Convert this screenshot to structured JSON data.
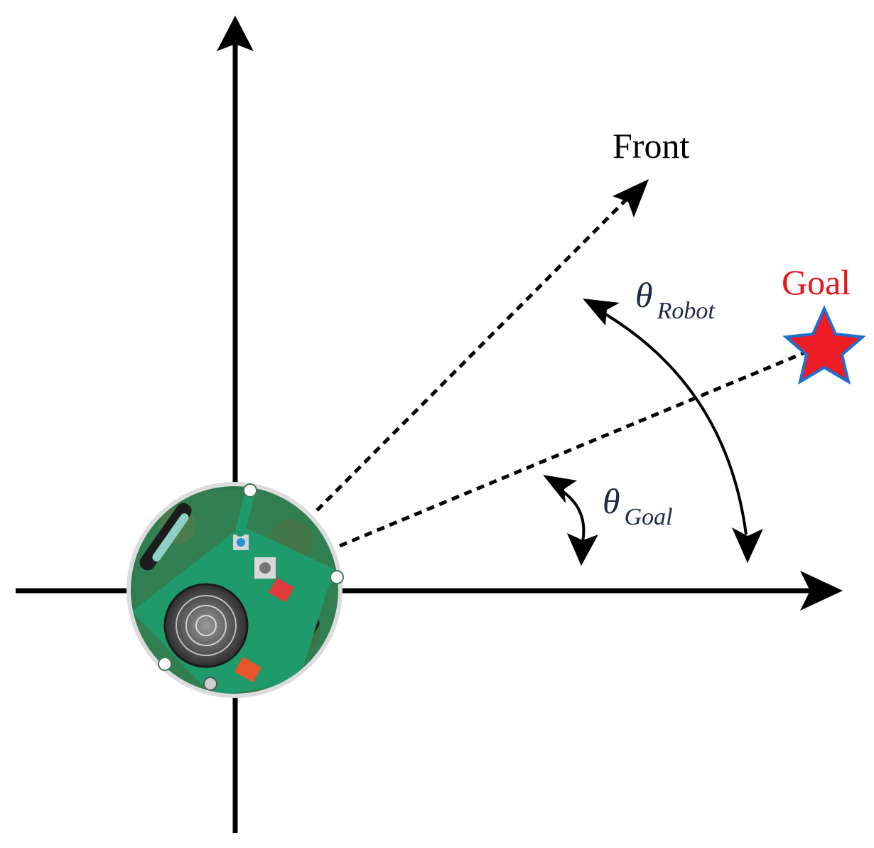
{
  "labels": {
    "front": "Front",
    "goal": "Goal",
    "theta_robot_symbol": "θ",
    "theta_robot_subscript": "Robot",
    "theta_goal_symbol": "θ",
    "theta_goal_subscript": "Goal"
  },
  "colors": {
    "axis": "#000000",
    "goal_text": "#e8141c",
    "star_fill": "#ee1c25",
    "star_outline": "#1f6fd1",
    "angle_label": "#1d2a44",
    "robot_pcb": "#1f8f55",
    "robot_rim": "#d9d9d9"
  },
  "icons": {
    "goal_marker": "star-icon",
    "robot": "e-puck-robot-icon"
  }
}
